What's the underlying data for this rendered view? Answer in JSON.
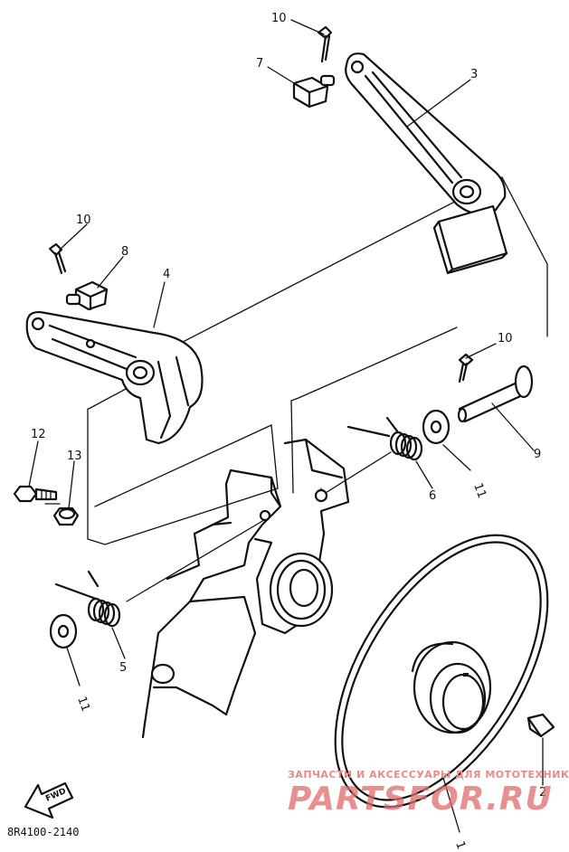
{
  "diagram_code": "8R4100-2140",
  "fwd_label": "FWD",
  "watermark": {
    "line1": "ЗАПЧАСТИ И АКСЕССУАРЫ ДЛЯ МОТОТЕХНИКИ",
    "line2": "PARTSFOR.RU"
  },
  "callouts": [
    {
      "id": "p1",
      "label": "1"
    },
    {
      "id": "p2",
      "label": "2"
    },
    {
      "id": "p3",
      "label": "3"
    },
    {
      "id": "p4",
      "label": "4"
    },
    {
      "id": "p5",
      "label": "5"
    },
    {
      "id": "p6",
      "label": "6"
    },
    {
      "id": "p7",
      "label": "7"
    },
    {
      "id": "p8",
      "label": "8"
    },
    {
      "id": "p9",
      "label": "9"
    },
    {
      "id": "p10a",
      "label": "10"
    },
    {
      "id": "p10b",
      "label": "10"
    },
    {
      "id": "p10c",
      "label": "10"
    },
    {
      "id": "p11a",
      "label": "11"
    },
    {
      "id": "p11b",
      "label": "11"
    },
    {
      "id": "p12",
      "label": "12"
    },
    {
      "id": "p13",
      "label": "13"
    }
  ]
}
